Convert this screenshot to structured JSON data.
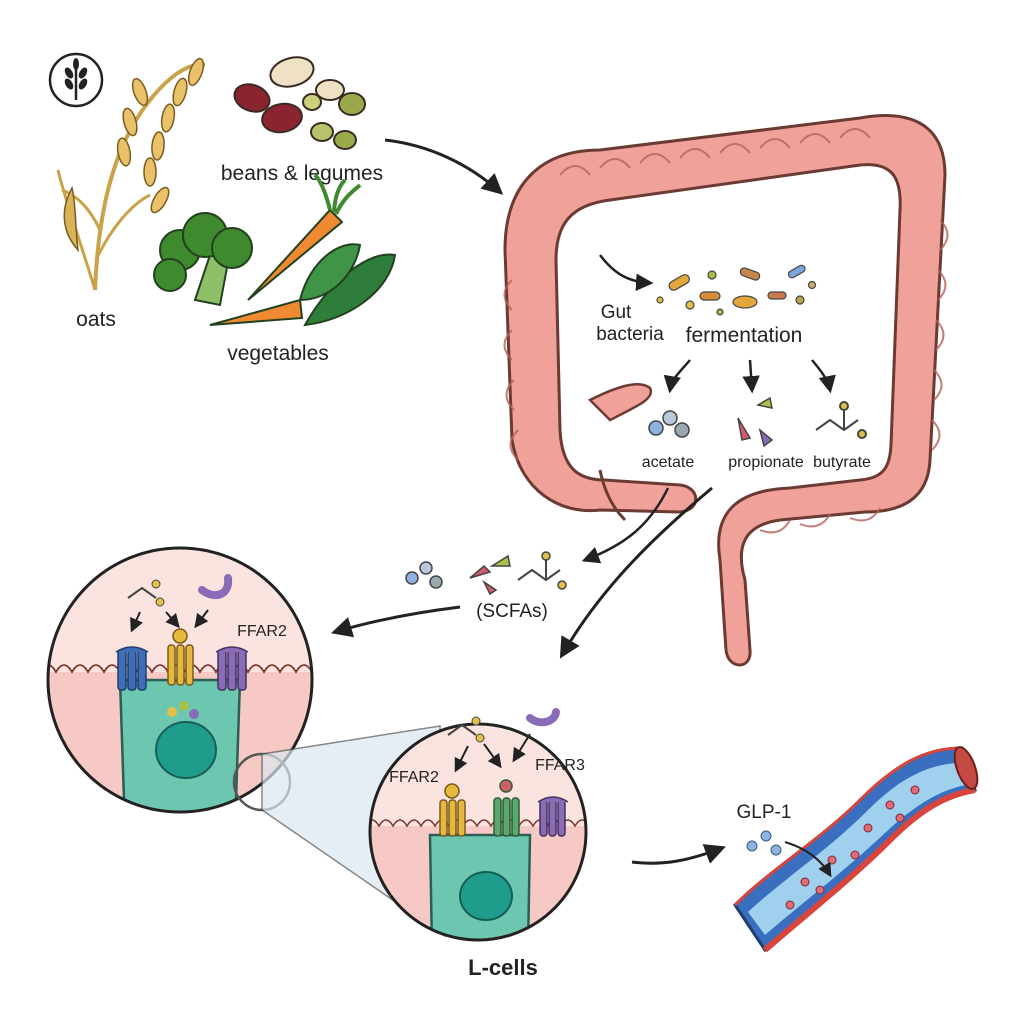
{
  "diagram": {
    "foods": {
      "oats": "oats",
      "beans": "beans & legumes",
      "vegetables": "vegetables"
    },
    "colon": {
      "bacteria_line1": "Gut",
      "bacteria_line2": "bacteria",
      "process": "fermentation",
      "products": [
        "acetate",
        "propionate",
        "butyrate"
      ]
    },
    "scfa_label": "(SCFAs)",
    "receptors": {
      "left_zoom": "FFAR2",
      "right_zoom_left": "FFAR2",
      "right_zoom_right": "FFAR3"
    },
    "cell_label": "L-cells",
    "hormone": "GLP-1",
    "colors": {
      "colon": "#f0a29a",
      "colon_outline": "#6b3a33",
      "cell": "#6cc6b0",
      "nucleus": "#1f9c8c",
      "membrane": "#f7c9c4",
      "vessel_outer": "#3a6fbf",
      "vessel_inner": "#9fd1ee",
      "vessel_wall": "#d9453d",
      "receptor_blue": "#3f6db8",
      "receptor_yellow": "#e6b93a",
      "receptor_purple": "#8a6bb5",
      "receptor_green": "#5aa86b"
    },
    "icons": [
      "wheat-icon"
    ]
  }
}
